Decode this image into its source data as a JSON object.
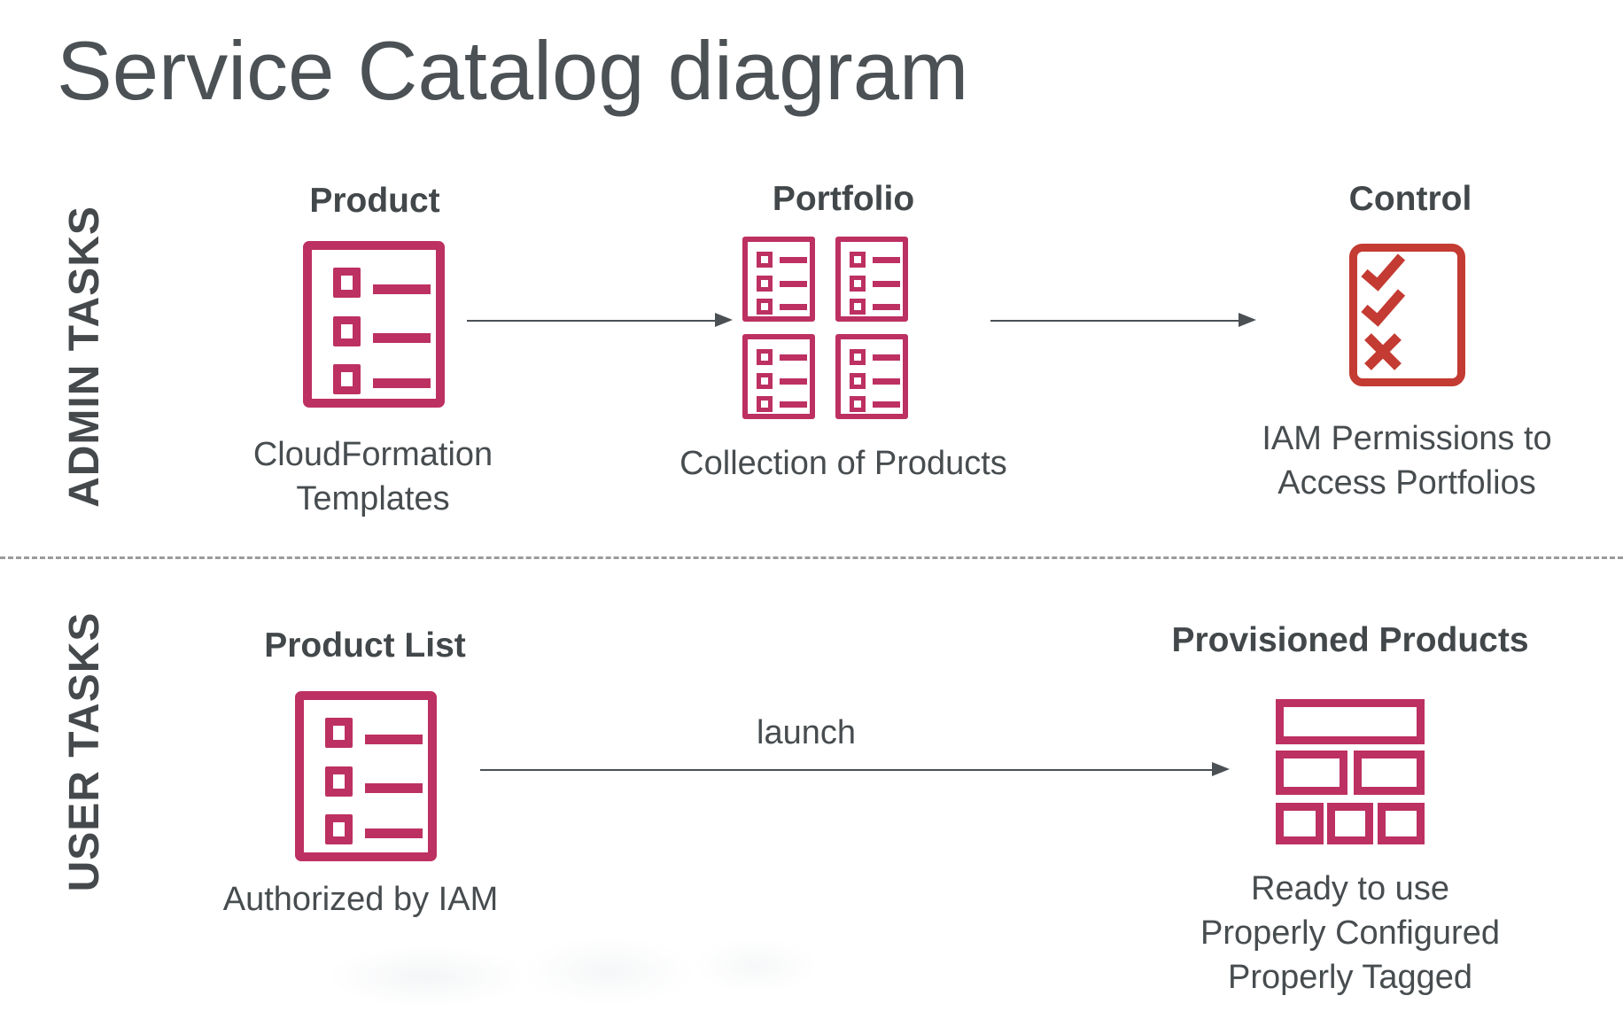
{
  "page": {
    "title": "Service Catalog diagram"
  },
  "lanes": {
    "admin": "ADMIN TASKS",
    "user": "USER TASKS"
  },
  "admin_row": {
    "product": {
      "heading": "Product",
      "caption_line1": "CloudFormation",
      "caption_line2": "Templates"
    },
    "portfolio": {
      "heading": "Portfolio",
      "caption": "Collection of Products"
    },
    "control": {
      "heading": "Control",
      "caption_line1": "IAM Permissions to",
      "caption_line2": "Access Portfolios"
    }
  },
  "user_row": {
    "product_list": {
      "heading": "Product List",
      "caption": "Authorized by IAM"
    },
    "launch_label": "launch",
    "provisioned": {
      "heading": "Provisioned Products",
      "caption_line1": "Ready to use",
      "caption_line2": "Properly Configured",
      "caption_line3": "Properly Tagged"
    }
  },
  "icons": {
    "product": "list-document",
    "portfolio": "list-document-grid-2x2",
    "control": "checklist-checks-and-x",
    "provisioned_products": "stacked-bricks",
    "connectors": "right-arrow"
  },
  "colors": {
    "accent_crimson": "#bd3062",
    "accent_red": "#c33b32",
    "text_dark": "#474c4f",
    "title_gray": "#4b5154",
    "arrow_gray": "#4b5055",
    "divider_gray": "#9b9b9b"
  }
}
